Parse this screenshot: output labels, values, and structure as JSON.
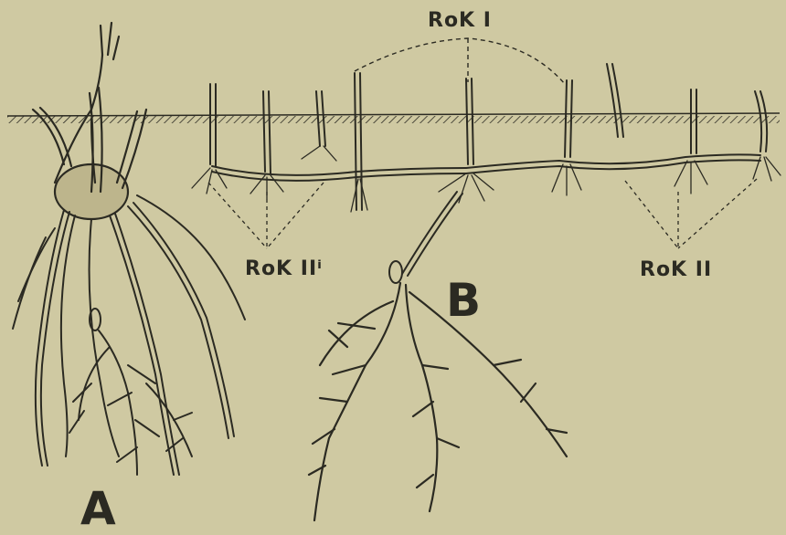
{
  "labels": {
    "year_one": "RoK I",
    "year_two_prime": "RoK IIⁱ",
    "year_two": "RoK II",
    "panel_b": "B",
    "panel_a": "A"
  },
  "colors": {
    "paper": "#cfc9a2",
    "ink": "#2b2a22"
  }
}
